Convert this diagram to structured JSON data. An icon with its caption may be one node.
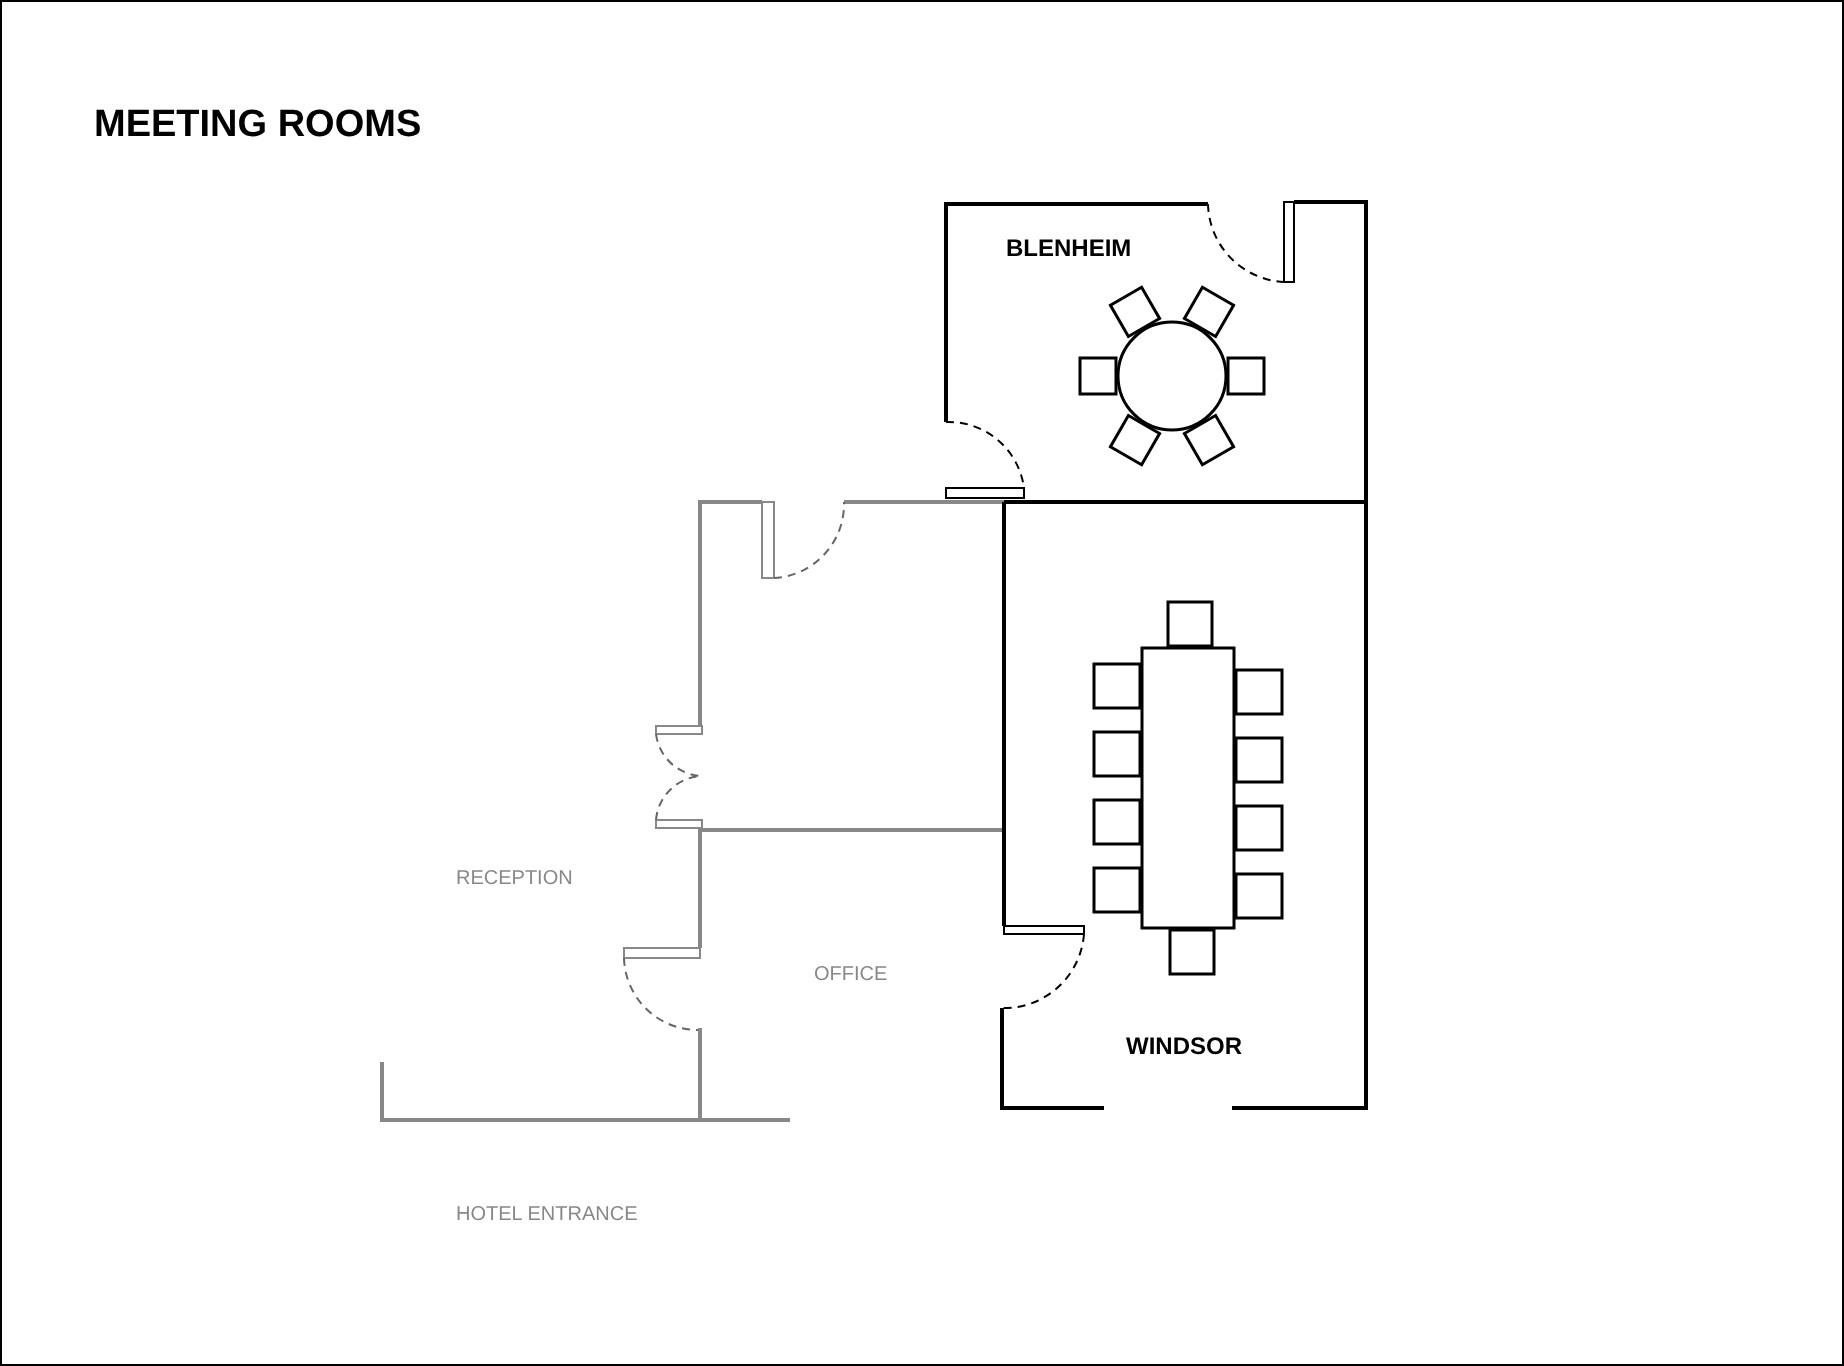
{
  "diagram": {
    "title": "MEETING ROOMS",
    "labels": [
      "BLENHEIM",
      "RECEPTION",
      "OFFICE",
      "WINDSOR",
      "HOTEL ENTRANCE"
    ]
  }
}
